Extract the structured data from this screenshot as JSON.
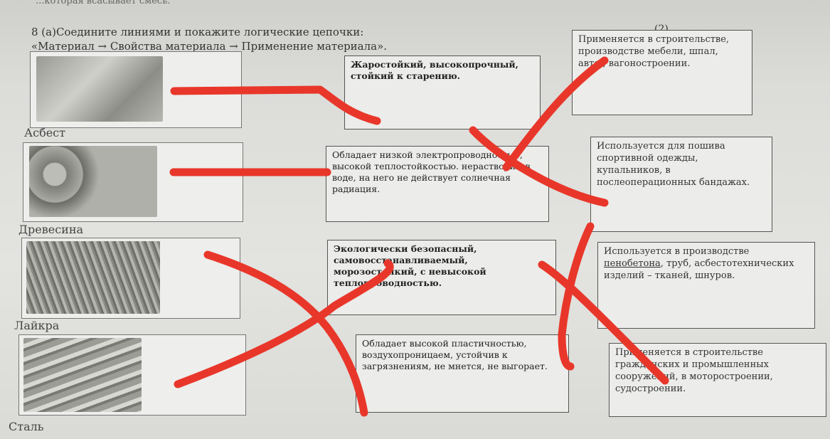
{
  "header": {
    "top_fragment": "...которая всасывает смесь.",
    "task": "8 (а)Соедините линиями и покажите логические цепочки:",
    "chain": "«Материал → Свойства материала → Применение материала».",
    "points": "(2)"
  },
  "materials": [
    {
      "label": "Асбест"
    },
    {
      "label": "Древесина"
    },
    {
      "label": "Лайкра"
    },
    {
      "label": "Сталь"
    }
  ],
  "properties": [
    {
      "text": "Жаростойкий, высокопрочный, стойкий к старению."
    },
    {
      "text": "Обладает низкой электропроводностью, высокой теплостойкостью. нерастворим в воде, на него не действует солнечная радиация."
    },
    {
      "text": "Экологически безопасный, самовосстанавливаемый, морозостойкий, с невысокой теплопроводностью."
    },
    {
      "text": "Обладает высокой пластичностью, воздухопроницаем, устойчив к загрязнениям, не мнется, не выгорает."
    }
  ],
  "applications": [
    {
      "text": "Применяется в строительстве, производстве мебели, шпал, авто-, вагоностроении."
    },
    {
      "text": "Используется для пошива спортивной одежды, купальников, в послеоперационных бандажах."
    },
    {
      "pre": "Используется в производстве ",
      "u": "пенобетона",
      "post": ", труб, асбестотехнических изделий – тканей, шнуров."
    },
    {
      "text": "Применяется в строительстве гражданских и промышленных сооружений, в моторостроении, судостроении."
    }
  ],
  "colors": {
    "ink": "#e8372a",
    "paper": "#e3e3e0",
    "border": "#555555"
  }
}
